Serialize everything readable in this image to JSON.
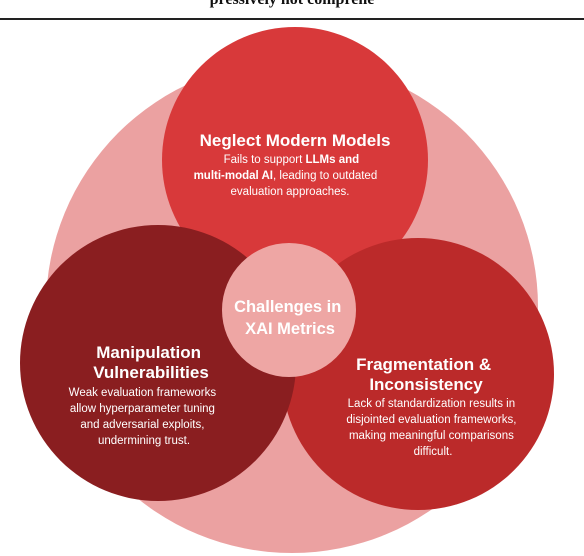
{
  "header": {
    "cropped_caption": "pressively not comprehe"
  },
  "diagram": {
    "center": {
      "lines": [
        "Challenges in",
        "XAI Metrics"
      ]
    },
    "nodes": [
      {
        "key": "top",
        "title_lines": [
          "Neglect Modern Models"
        ],
        "desc_segments": [
          {
            "text": "Fails to support ",
            "bold": false
          },
          {
            "text": "LLMs and",
            "bold": true
          },
          {
            "text": "multi-modal AI",
            "bold": true
          },
          {
            "text": ", leading to outdated",
            "bold": false
          },
          {
            "text": "evaluation approaches.",
            "bold": false
          }
        ]
      },
      {
        "key": "left",
        "title_lines": [
          "Manipulation",
          "Vulnerabilities"
        ],
        "desc_lines": [
          "Weak evaluation frameworks",
          "allow hyperparameter tuning",
          "and adversarial exploits,",
          "undermining trust."
        ]
      },
      {
        "key": "right",
        "title_lines": [
          "Fragmentation &",
          "Inconsistency"
        ],
        "desc_lines": [
          "Lack of standardization results in",
          "disjointed evaluation frameworks,",
          "making meaningful comparisons",
          "difficult."
        ]
      }
    ]
  },
  "colors": {
    "outer_ring": "#eba1a1",
    "top_circle": "#d8393a",
    "left_circle": "#8a1e20",
    "right_circle": "#bb2a2a",
    "center_circle": "#eea6a4",
    "text": "#ffffff"
  }
}
